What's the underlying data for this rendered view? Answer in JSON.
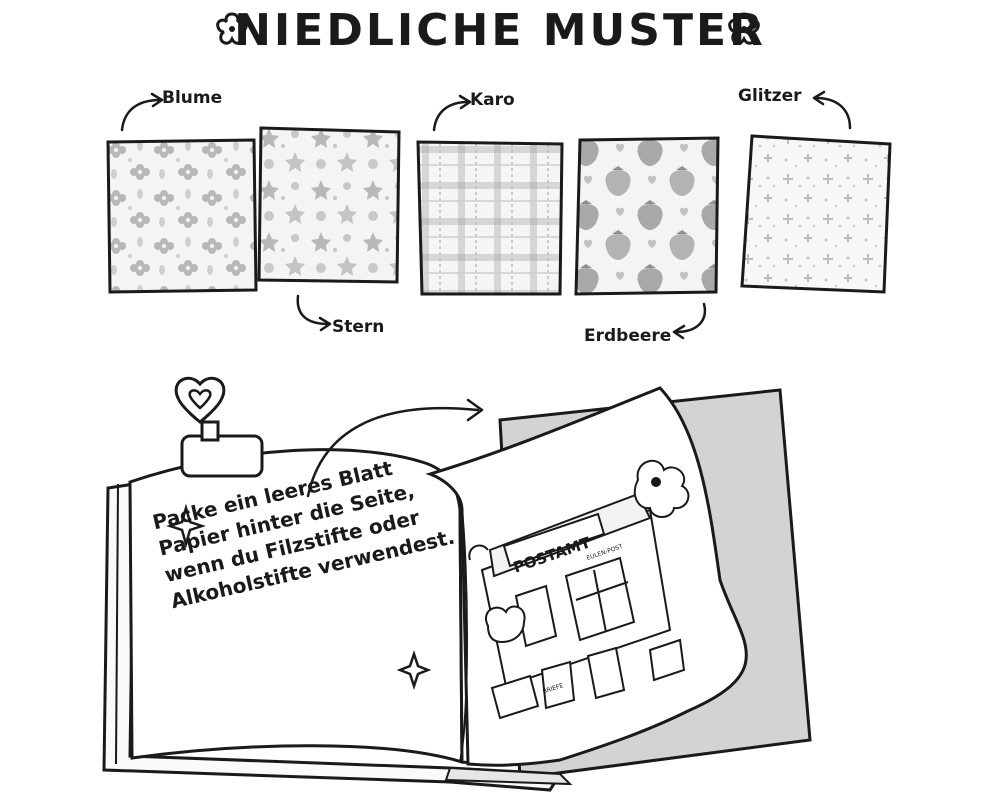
{
  "title": "NIEDLICHE MUSTER",
  "patterns": [
    {
      "label": "Blume"
    },
    {
      "label": "Stern"
    },
    {
      "label": "Karo"
    },
    {
      "label": "Erdbeere"
    },
    {
      "label": "Glitzer"
    }
  ],
  "tip_lines": [
    "Packe ein leeres Blatt",
    "Papier hinter die Seite,",
    "wenn du Filzstifte oder",
    "Alkoholstifte verwendest."
  ],
  "illustration": {
    "sign_main": "POSTAMT",
    "sign_small": "EULEN-POST",
    "mailbox_label": "BRIEFE"
  },
  "colors": {
    "ink": "#1a1a1a",
    "swatch_gray": "#bdbdbd",
    "paper_gray": "#d3d3d3"
  }
}
